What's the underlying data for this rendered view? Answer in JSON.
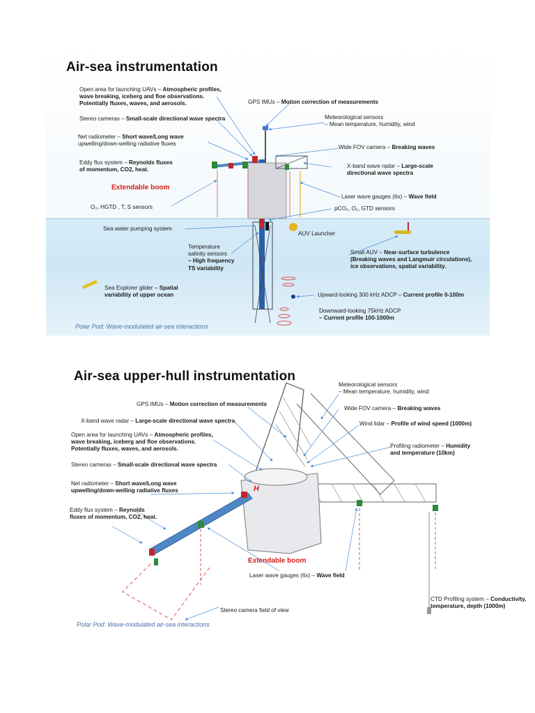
{
  "panel1": {
    "title": "Air-sea instrumentation",
    "labels": {
      "uav_pre": "Open area for launching UAVs – ",
      "uav_b1": "Atmospheric profiles,",
      "uav_b2": "wave breaking, iceberg and floe observations.",
      "uav_b3": "Potentially fluxes, waves, and aerosols.",
      "gps_pre": "GPS IMUs – ",
      "gps_b": "Motion correction of measurements",
      "stereo_pre": "Stereo cameras – ",
      "stereo_b": "Small-scale directional wave spectra",
      "met_1": "Meteorological sensors",
      "met_2": "– Mean temperature, humidity, wind",
      "netrad_pre": "Net radiometer – ",
      "netrad_b1": "Short wave/Long wave",
      "netrad_b2": "upwelling/down-welling radiative fluxes",
      "wfov_pre": "Wide FOV camera – ",
      "wfov_b": "Breaking waves",
      "eddy_pre": "Eddy flux system – ",
      "eddy_b1": "Reynolds fluxes",
      "eddy_b2": "of momentum, CO2, heat.",
      "xband_pre": "X-band wave radar – ",
      "xband_b1": "Large-scale",
      "xband_b2": "directional wave spectra",
      "laser_pre": "Laser wave gauges (6x) – ",
      "laser_b": "Wave field",
      "o2": "O₂, HGTD , T, S sensors",
      "pco2": "pCO₂, O₂, GTD sensors",
      "pump": "Sea water pumping system",
      "auv_launcher": "AUV Launcher",
      "temp_1": "Temperature",
      "temp_2": "salinity sensors",
      "temp_b1": "– High frequency",
      "temp_b2": "TS variability",
      "small_auv_pre": "Small AUV – ",
      "small_auv_b1": "Near-surface turbulence",
      "small_auv_b2": "(Breaking waves and Langmuir circulations),",
      "small_auv_b3": "ice observations, spatial variability.",
      "glider_pre": "Sea Explorer glider – ",
      "glider_b1": "Spatial",
      "glider_b2": "variability of upper ocean",
      "up_adcp_pre": "Upward-looking 300 kHz  ADCP – ",
      "up_adcp_b": "Current profile 0-100m",
      "down_adcp_1": "Downward-looking  75kHz ADCP",
      "down_adcp_b": "– Current profile 100-1000m"
    },
    "boom_label": "Extendable boom",
    "caption": "Polar Pod: Wave-modulated air-sea interactions"
  },
  "panel2": {
    "title": "Air-sea upper-hull instrumentation",
    "labels": {
      "met_1": "Meteorological sensors",
      "met_2": "– Mean temperature, humidity, wind",
      "gps_pre": "GPS IMUs – ",
      "gps_b": "Motion correction of measurements",
      "wfov_pre": "Wide FOV camera – ",
      "wfov_b": "Breaking waves",
      "xband_pre": "X-band wave radar – ",
      "xband_b": "Large-scale directional wave spectra",
      "lidar_pre": "Wind lidar – ",
      "lidar_b": "Profile of wind speed (1000m)",
      "uav_pre": "Open area for launching UAVs – ",
      "uav_b1": "Atmospheric profiles,",
      "uav_b2": "wave breaking, iceberg and floe observations.",
      "uav_b3": "Potentially fluxes, waves, and aerosols.",
      "profrad_pre": "Profiling radiometer – ",
      "profrad_b1": "Humidity",
      "profrad_b2": "and temperature (10km)",
      "stereo_pre": "Stereo cameras – ",
      "stereo_b": "Small-scale directional wave spectra",
      "netrad_pre": "Net radiometer – ",
      "netrad_b1": "Short wave/Long wave",
      "netrad_b2": "upwelling/down-welling radiative fluxes",
      "eddy_pre": "Eddy flux system – ",
      "eddy_b1": "Reynolds",
      "eddy_b2": "fluxes of momentum, CO2, heat.",
      "laser_pre": "Laser wave gauges (6x) – ",
      "laser_b": "Wave field",
      "ctd_pre": "CTD Profiling system – ",
      "ctd_b1": "Conductivity,",
      "ctd_b2": "temperature, depth (1000m)",
      "stereo_fov": "Stereo camera field of view"
    },
    "boom_label": "Extendable boom",
    "helipad": "H",
    "caption": "Polar Pod: Wave-modulated air-sea interactions"
  },
  "colors": {
    "boom_text": "#d21f1f",
    "sea": "#cfe7f5",
    "boom": "#4f86c6",
    "arrow": "#4a90d9"
  }
}
